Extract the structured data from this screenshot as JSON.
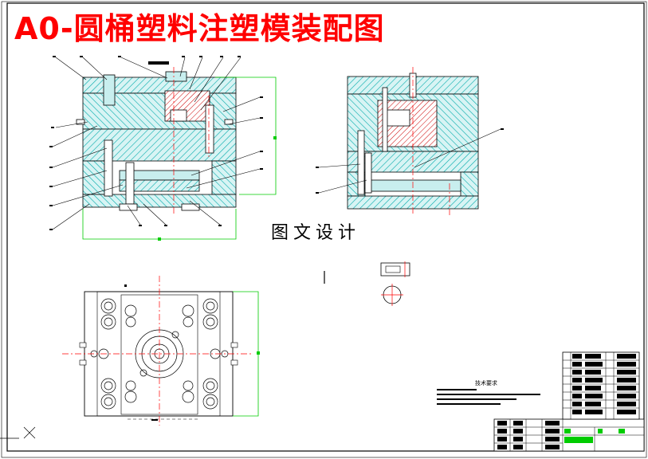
{
  "drawing": {
    "title": "A0-圆桶塑料注塑模装配图",
    "watermark": "图文设计",
    "technical_requirements_title": "技术要求"
  },
  "colors": {
    "title": "#ff0000",
    "hatch": "#00aaaa",
    "part_fill": "#c8eeee",
    "outline": "#000000",
    "dimension": "#00cc00",
    "centerline": "#ff0000",
    "insert_hatch": "#cc0000"
  },
  "views": [
    "front-section-view",
    "side-section-view",
    "top-view"
  ]
}
